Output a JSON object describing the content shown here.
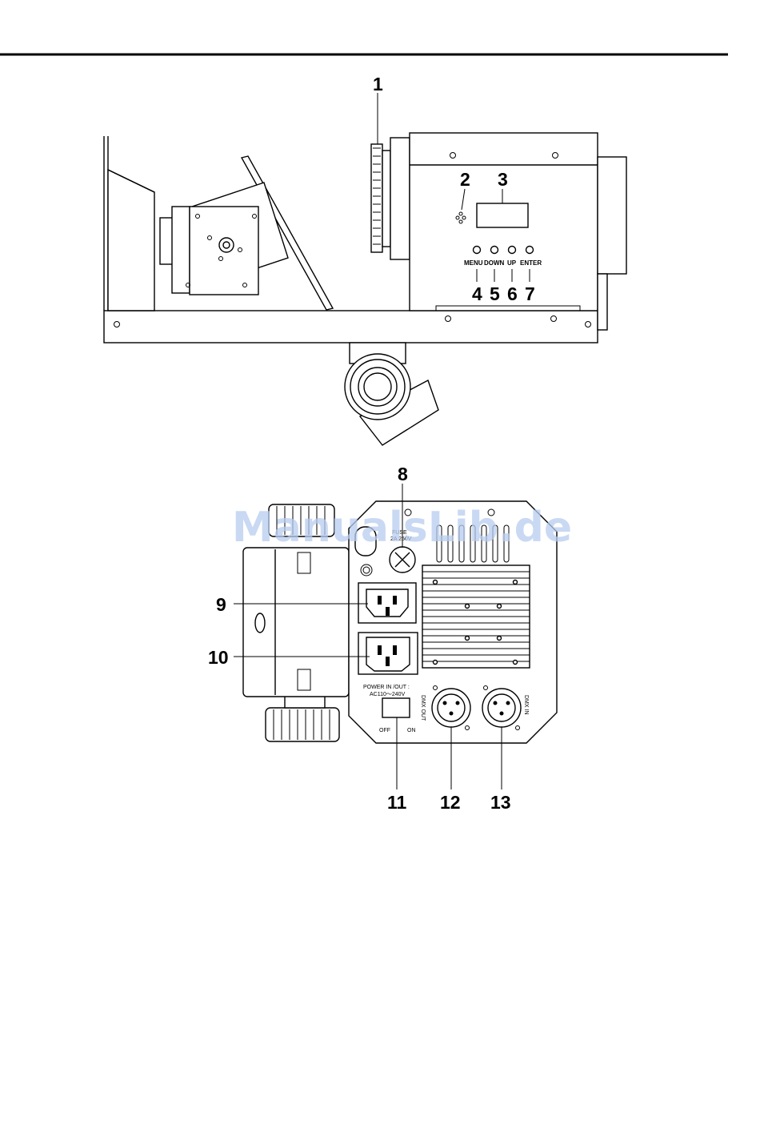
{
  "watermark": "ManualsLib.de",
  "top_view": {
    "callouts": [
      "1",
      "2",
      "3",
      "4",
      "5",
      "6",
      "7"
    ],
    "buttons": [
      "MENU",
      "DOWN",
      "UP",
      "ENTER"
    ]
  },
  "rear_view": {
    "callouts": [
      "8",
      "9",
      "10",
      "11",
      "12",
      "13"
    ],
    "fuse_label": "FUSE",
    "fuse_rating": "2A 250V",
    "power_label_line1": "POWER IN /OUT :",
    "power_label_line2": "AC110～240V",
    "switch_off": "OFF",
    "switch_on": "ON",
    "dmx_out": "DMX OUT",
    "dmx_in": "DMX IN"
  }
}
